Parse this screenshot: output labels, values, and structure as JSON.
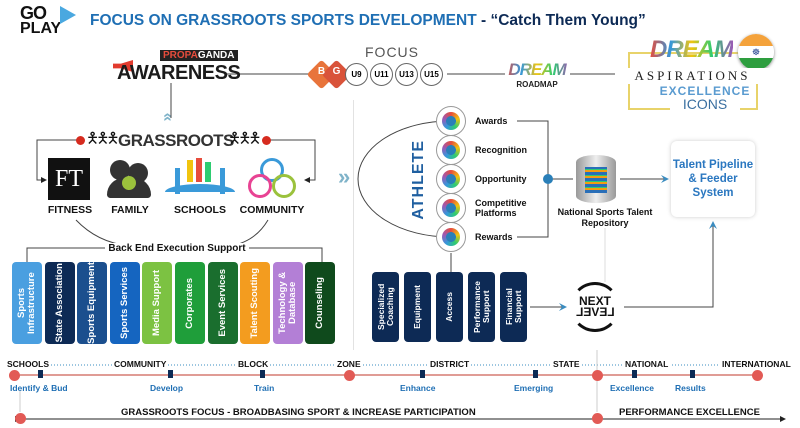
{
  "logo": {
    "line1": "GO",
    "line2": "PLAY"
  },
  "title": {
    "main": "FOCUS ON GRASSROOTS SPORTS DEVELOPMENT",
    "sub": " - “Catch Them Young”"
  },
  "awareness": {
    "label": "AWARENESS",
    "propaganda_a": "PROPA",
    "propaganda_b": "GANDA"
  },
  "focus": {
    "label": "FOCUS",
    "bog": [
      "B",
      "G"
    ],
    "ages": [
      "U9",
      "U11",
      "U13",
      "U15"
    ]
  },
  "roadmap": {
    "dream": "DREAM",
    "label": "ROADMAP"
  },
  "aspirations": {
    "dream": "DREAM",
    "line1": "ASPIRATIONS",
    "line2": "EXCELLENCE",
    "line3": "ICONS",
    "flag_colors": [
      "#f4a23b",
      "#ffffff",
      "#2e9e3f"
    ]
  },
  "grassroots": {
    "label": "GRASSROOTS",
    "pillars": [
      "FITNESS",
      "FAMILY",
      "SCHOOLS",
      "COMMUNITY"
    ],
    "ft_logo": "FT"
  },
  "backend": {
    "label": "Back End Execution Support",
    "items": [
      {
        "label": "Sports Infrastructure",
        "color": "#4a9fe0"
      },
      {
        "label": "State Association",
        "color": "#0d2a55"
      },
      {
        "label": "Sports Equipment",
        "color": "#1b4f8e"
      },
      {
        "label": "Sports Services",
        "color": "#1565c0"
      },
      {
        "label": "Media Support",
        "color": "#7cc242"
      },
      {
        "label": "Corporates",
        "color": "#1f9e3a"
      },
      {
        "label": "Event Services",
        "color": "#1a6e2e"
      },
      {
        "label": "Talent Scouting",
        "color": "#f39c1f"
      },
      {
        "label": "Technology & Database",
        "color": "#b37fd6"
      },
      {
        "label": "Counseling",
        "color": "#0f4a1c"
      }
    ]
  },
  "athlete": {
    "label": "ATHLETE",
    "benefits": [
      "Awards",
      "Recognition",
      "Opportunity",
      "Competitive Platforms",
      "Rewards"
    ],
    "support": [
      "Specialized Coaching",
      "Equipment",
      "Access",
      "Performance Support",
      "Financial Support"
    ]
  },
  "repository": {
    "label": "National Sports Talent Repository"
  },
  "pipeline": {
    "label": "Talent Pipeline & Feeder System"
  },
  "next_level": {
    "line1": "NEXT",
    "line2": "LEVEL"
  },
  "timeline": {
    "levels": [
      "SCHOOLS",
      "COMMUNITY",
      "BLOCK",
      "ZONE",
      "DISTRICT",
      "STATE",
      "NATIONAL",
      "INTERNATIONAL"
    ],
    "stages": [
      "Identify & Bud",
      "Develop",
      "Train",
      "Enhance",
      "Emerging",
      "Excellence",
      "Results"
    ],
    "grassroots_focus": "GRASSROOTS FOCUS - BROADBASING SPORT & INCREASE PARTICIPATION",
    "performance": "PERFORMANCE EXCELLENCE"
  },
  "colors": {
    "accent_blue": "#1f6fb4",
    "navy": "#0d2a55",
    "red_dot": "#e25a55"
  }
}
